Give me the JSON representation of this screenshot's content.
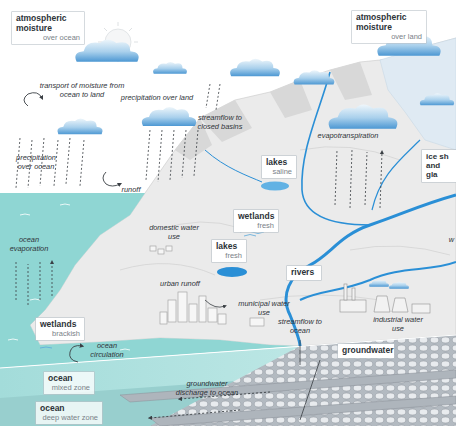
{
  "diagram": {
    "nodes": [
      {
        "text": [
          "atmospheric moisture",
          "over ocean"
        ]
      },
      {
        "text": [
          "atmospheric moisture",
          "over land"
        ]
      },
      {
        "text": [
          "lakes",
          "saline"
        ]
      },
      {
        "text": [
          "ice sh and gla"
        ]
      },
      {
        "text": [
          "wetlands",
          "fresh"
        ]
      },
      {
        "text": [
          "lakes",
          "fresh"
        ]
      },
      {
        "text": [
          "wetlands",
          "brackish"
        ]
      },
      {
        "text": [
          "rivers"
        ]
      },
      {
        "text": [
          "ocean",
          "mixed zone"
        ]
      },
      {
        "text": [
          "groundwater"
        ]
      },
      {
        "text": [
          "ocean",
          "deep water zone"
        ]
      }
    ],
    "labels": [
      "transport of moisture from ocean to land",
      "precipitation over land",
      "precipitation over ocean",
      "runoff",
      "streamflow to closed basins",
      "evapotranspiration",
      "domestic water use",
      "urban runoff",
      "municipal water use",
      "industrial water use",
      "streamflow to ocean",
      "ocean evaporation",
      "ocean circulation",
      "groundwater discharge to ocean",
      "w"
    ]
  }
}
